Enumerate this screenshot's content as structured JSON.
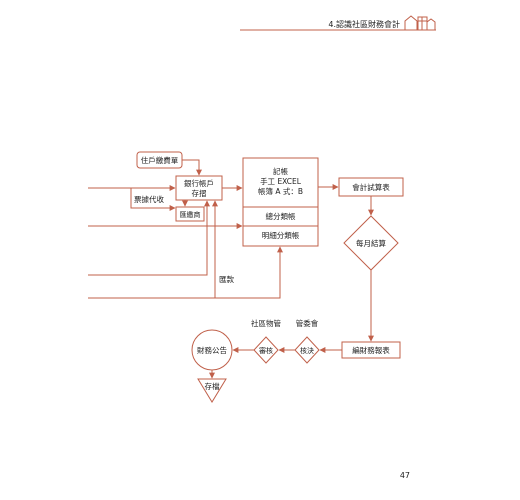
{
  "header": {
    "title": "4.認識社區財務會計"
  },
  "page_number": "47",
  "colors": {
    "line": "#c0604a",
    "text": "#222222"
  },
  "diagram": {
    "nodes": {
      "household_fee": "住戶繳費單",
      "bank_account_line1": "銀行帳戶",
      "bank_account_line2": "存摺",
      "collection_agent": "票據代收",
      "remitter": "匯繳商",
      "remittance": "匯款",
      "ledger_line1": "記帳",
      "ledger_line2": "手工 EXCEL",
      "ledger_line3": "帳簿 A 式：B",
      "general_ledger": "總分類帳",
      "detail_ledger": "明細分類帳",
      "trial_balance": "會計試算表",
      "monthly_closing": "每月結算",
      "financial_report": "編財務報表",
      "committee": "管委會",
      "approve": "核決",
      "community_manager": "社區物管",
      "review": "審核",
      "financial_notice": "財務公告",
      "archive": "存檔"
    }
  }
}
